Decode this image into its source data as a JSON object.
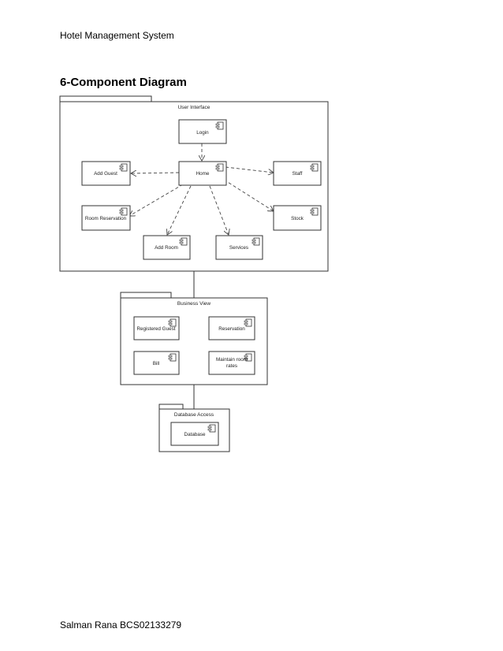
{
  "page": {
    "header": "Hotel Management System",
    "title": "6-Component Diagram",
    "footer": "Salman Rana BCS02133279"
  },
  "diagram": {
    "packages": {
      "ui": "User Interface",
      "business": "Business View",
      "database": "Database Access"
    },
    "components": {
      "login": "Login",
      "home": "Home",
      "add_guest": "Add Guest",
      "staff": "Staff",
      "room_reservation": "Room Reservation",
      "stock": "Stock",
      "add_room": "Add Room",
      "services": "Services",
      "registered_guest": "Registered Guest",
      "reservation": "Reservation",
      "bill": "Bill",
      "maintain_rates_line1": "Maintain room",
      "maintain_rates_line2": "rates",
      "database": "Database"
    },
    "component_icon": "uml-component-icon"
  }
}
